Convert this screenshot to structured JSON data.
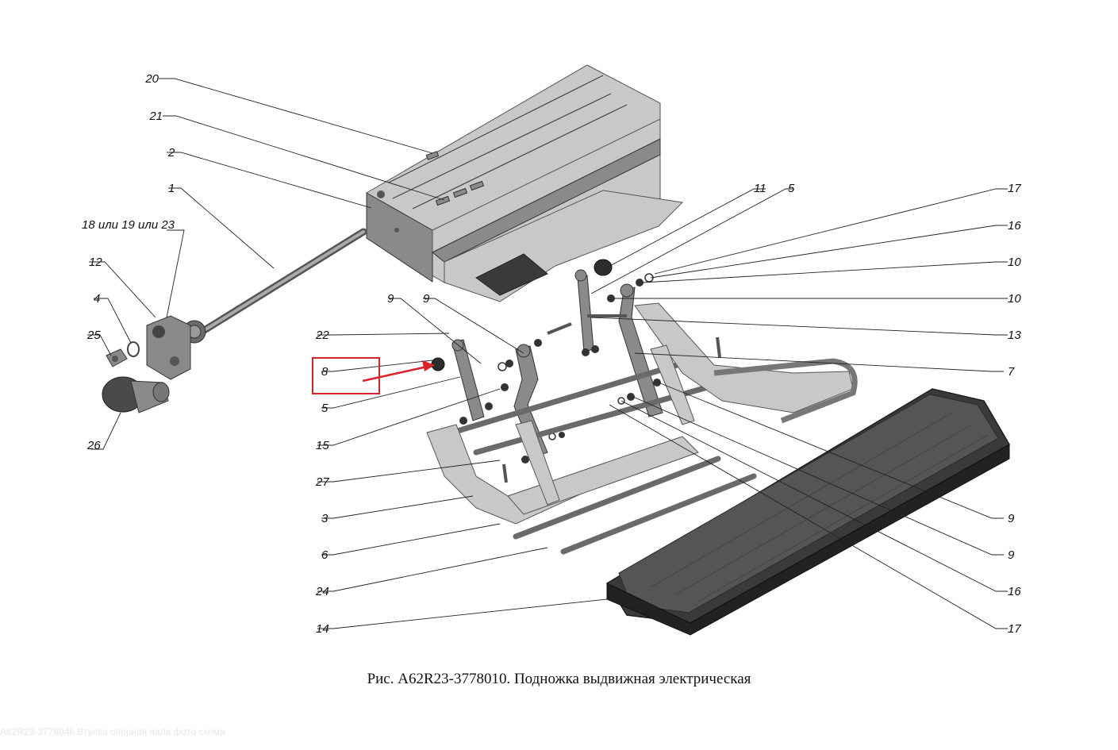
{
  "caption": "Рис. A62R23-3778010. Подножка выдвижная электрическая",
  "watermark": "A62R23-3778046 Втулка опорная вала фото схема",
  "callouts": [
    {
      "label": "20"
    },
    {
      "label": "21"
    },
    {
      "label": "2"
    },
    {
      "label": "1"
    },
    {
      "label": "18 или 19 или 23"
    },
    {
      "label": "12"
    },
    {
      "label": "4"
    },
    {
      "label": "25"
    },
    {
      "label": "26"
    },
    {
      "label": "22"
    },
    {
      "label": "8"
    },
    {
      "label": "5"
    },
    {
      "label": "15"
    },
    {
      "label": "27"
    },
    {
      "label": "3"
    },
    {
      "label": "6"
    },
    {
      "label": "24"
    },
    {
      "label": "14"
    },
    {
      "label": "9"
    },
    {
      "label": "9"
    },
    {
      "label": "11"
    },
    {
      "label": "5"
    },
    {
      "label": "17"
    },
    {
      "label": "16"
    },
    {
      "label": "10"
    },
    {
      "label": "10"
    },
    {
      "label": "13"
    },
    {
      "label": "7"
    },
    {
      "label": "9"
    },
    {
      "label": "9"
    },
    {
      "label": "16"
    },
    {
      "label": "17"
    }
  ],
  "highlight": {
    "target_label": "8",
    "color": "#d9232a"
  }
}
